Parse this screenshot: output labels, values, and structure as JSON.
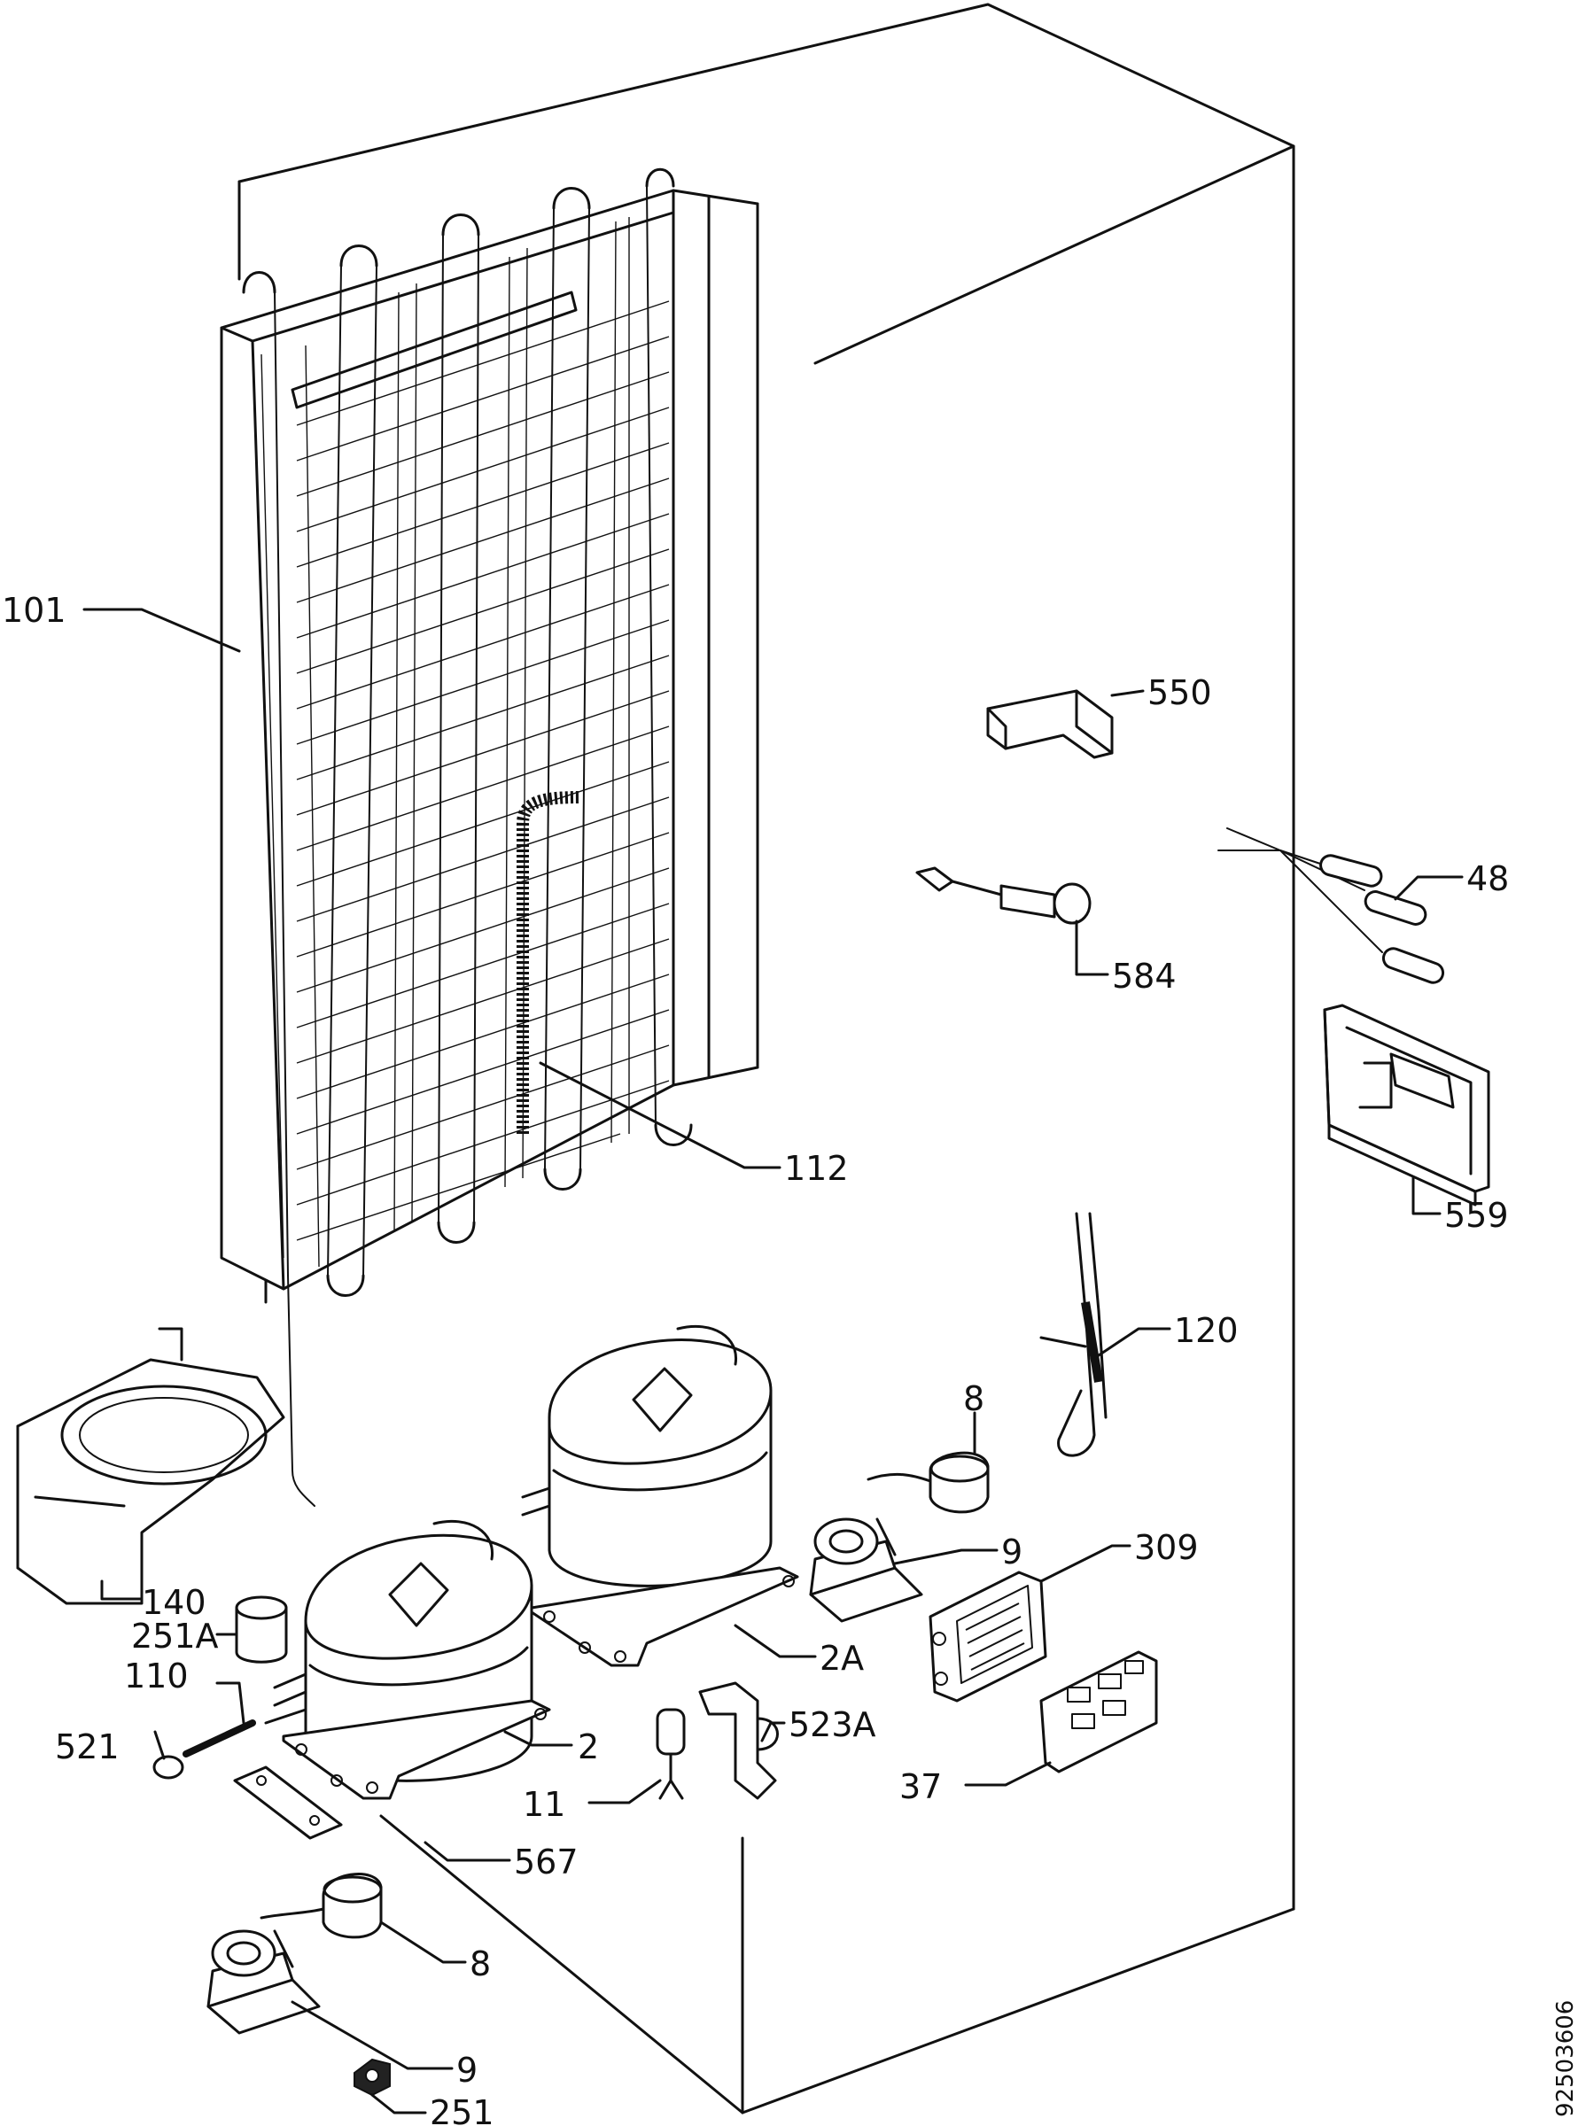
{
  "labels": {
    "l101": "101",
    "l112": "112",
    "l550": "550",
    "l48": "48",
    "l584": "584",
    "l559": "559",
    "l120": "120",
    "l8a": "8",
    "l9a": "9",
    "l309": "309",
    "l140": "140",
    "l251A": "251A",
    "l110": "110",
    "l521": "521",
    "l2": "2",
    "l2A": "2A",
    "l523A": "523A",
    "l11": "11",
    "l37": "37",
    "l567": "567",
    "l8b": "8",
    "l9b": "9",
    "l251": "251"
  },
  "drawing_number": "92503606",
  "colors": {
    "line": "#111111",
    "background": "#ffffff"
  }
}
